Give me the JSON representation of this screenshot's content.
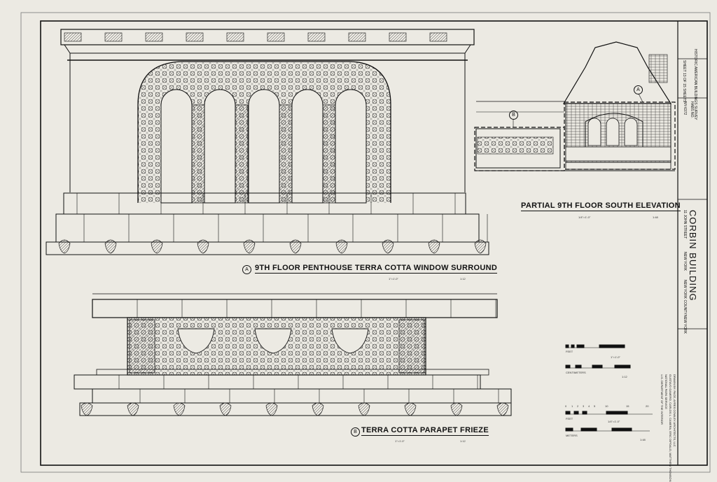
{
  "drawings": [
    {
      "marker": "A",
      "title": "9TH FLOOR PENTHOUSE TERRA COTTA WINDOW SURROUND",
      "scale_imperial": "1\"=1'-0\"",
      "scale_ratio": "1:12"
    },
    {
      "marker": "B",
      "title": "TERRA COTTA PARAPET FRIEZE",
      "scale_imperial": "1\"=1'-0\"",
      "scale_ratio": "1:12"
    },
    {
      "marker": "",
      "title": "PARTIAL 9TH FLOOR SOUTH ELEVATION",
      "scale_imperial": "1/4\"=1'-0\"",
      "scale_ratio": "1:48"
    }
  ],
  "elevation_callouts": [
    "A",
    "B"
  ],
  "title_block": {
    "building": "CORBIN BUILDING",
    "address": "11 JOHN STREET",
    "city": "NEW YORK",
    "county": "NEW YORK COUNTY",
    "state": "NEW YORK",
    "survey": "HISTORIC AMERICAN BUILDINGS SURVEY",
    "sheet": "SHEET 13 OF 15 SHEETS",
    "survey_number_label": "HABS NO.",
    "survey_number": "NY-6372",
    "drawn_by": "DRAWN BY: PACE, AYRES COWLEY ARCHITECTS, LLC",
    "drawn_by_names": "GUSTAVO GAMERO, CARLOS L. CAMERA, ERIC DIPOALO, MATTHEW THOMSON",
    "agency": "NATIONAL PARK SERVICE",
    "department": "U.S. DEPARTMENT OF THE INTERIOR"
  },
  "scale_bars": [
    {
      "unit": "FEET",
      "imperial": "1\"=1'-0\"",
      "ratio": "1:12",
      "metric_unit": "CENTIMETERS"
    },
    {
      "unit": "FEET",
      "imperial": "1/4\"=1'-0\"",
      "ratio": "1:48",
      "metric_unit": "METERS"
    }
  ],
  "scale_bar_ticks_top": [
    "0",
    "1",
    "2",
    "3",
    "4",
    "5",
    "10",
    "15",
    "20"
  ]
}
